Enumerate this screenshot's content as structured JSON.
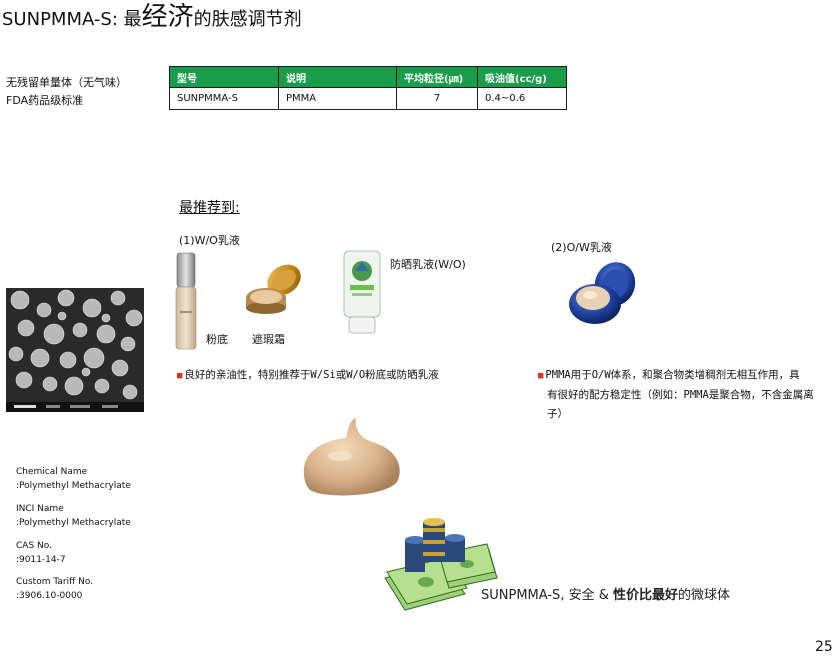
{
  "title": {
    "prefix": "SUNPMMA-S: 最",
    "highlight": "经济",
    "suffix": "的肤感调节剂"
  },
  "left_notes": [
    "无残留单量体（无气味）",
    "FDA药品级标准"
  ],
  "spec_table": {
    "headers": [
      "型号",
      "说明",
      "平均粒径(㎛)",
      "吸油值(cc/g)"
    ],
    "row": [
      "SUNPMMA-S",
      "PMMA",
      "7",
      "0.4~0.6"
    ]
  },
  "recommend_heading": "最推荐到:",
  "wo_label": "(1)W/O乳液",
  "ow_label": "(2)O/W乳液",
  "product_labels": {
    "foundation": "粉底",
    "concealer": "遮瑕霜",
    "sunscreen": "防晒乳液(W/O)"
  },
  "bullets": {
    "wo": "良好的亲油性，特别推荐于W/Si或W/O粉底或防晒乳液",
    "ow_line1": "PMMA用于O/W体系，和聚合物类增稠剂无相互作用，具",
    "ow_line2": "有很好的配方稳定性（例如：PMMA是聚合物，不含金属离",
    "ow_line3": "子）"
  },
  "properties": [
    {
      "label": "Chemical Name",
      "value": ":Polymethyl Methacrylate"
    },
    {
      "label": "INCI Name",
      "value": ":Polymethyl Methacrylate"
    },
    {
      "label": "CAS No.",
      "value": ":9011-14-7"
    },
    {
      "label": "Custom Tariff No.",
      "value": ":3906.10-0000"
    }
  ],
  "tagline": {
    "prefix": "SUNPMMA-S, 安全 & ",
    "bold": "性价比最好",
    "suffix": "的微球体"
  },
  "page_number": "25",
  "colors": {
    "table_header": "#1a9d4a",
    "bullet": "#e0301e",
    "ow_jar": "#1d3f9e"
  },
  "icons": [
    "foundation-bottle",
    "concealer-jar",
    "sunscreen-tube",
    "ow-cream-jar",
    "sem-microspheres",
    "cream-dollop",
    "money-stack"
  ]
}
